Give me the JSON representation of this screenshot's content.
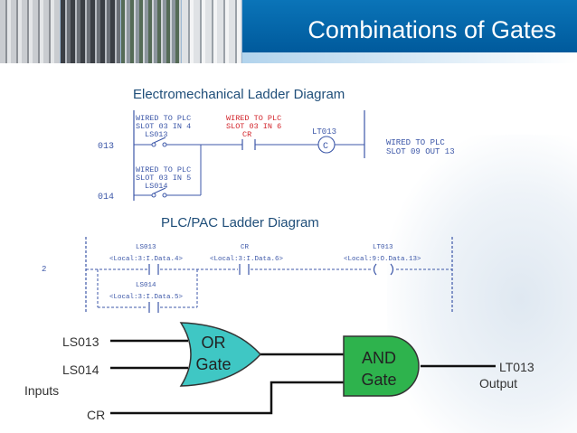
{
  "header": {
    "title": "Combinations of Gates"
  },
  "em_diagram": {
    "heading": "Electromechanical Ladder Diagram",
    "rung1_number": "013",
    "rung2_number": "014",
    "ls013": {
      "wired": "WIRED TO PLC",
      "slot": "SLOT 03 IN 4",
      "tag": "LS013"
    },
    "cr": {
      "wired": "WIRED TO PLC",
      "slot": "SLOT 03 IN 6",
      "tag": "CR"
    },
    "lt013": {
      "tag": "LT013",
      "coil_letter": "C"
    },
    "output_note": {
      "wired": "WIRED TO PLC",
      "slot": "SLOT 09 OUT 13"
    },
    "ls014": {
      "wired": "WIRED TO PLC",
      "slot": "SLOT 03 IN 5",
      "tag": "LS014"
    }
  },
  "plc_diagram": {
    "heading": "PLC/PAC Ladder Diagram",
    "rung_number": "2",
    "ls013": {
      "tag": "LS013",
      "address": "<Local:3:I.Data.4>"
    },
    "cr": {
      "tag": "CR",
      "address": "<Local:3:I.Data.6>"
    },
    "lt013": {
      "tag": "LT013",
      "address": "<Local:9:O.Data.13>"
    },
    "ls014": {
      "tag": "LS014",
      "address": "<Local:3:I.Data.5>"
    }
  },
  "gates": {
    "or_gate": {
      "line1": "OR",
      "line2": "Gate"
    },
    "and_gate": {
      "line1": "AND",
      "line2": "Gate"
    },
    "inputs": {
      "ls013": "LS013",
      "ls014": "LS014",
      "cr": "CR",
      "group_label": "Inputs"
    },
    "output": {
      "lt013": "LT013",
      "label": "Output"
    }
  },
  "colors": {
    "header_blue": "#005a9c",
    "ladder_blue": "#3c57a8",
    "red_text": "#d2232a",
    "or_fill": "#3fc7c4",
    "and_fill": "#2eb34d"
  }
}
